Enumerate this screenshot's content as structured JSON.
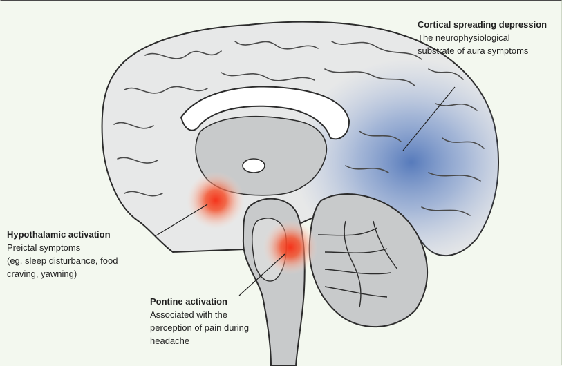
{
  "annotations": {
    "cortical": {
      "title": "Cortical spreading depression",
      "line1": "The neurophysiological",
      "line2": "substrate of aura symptoms"
    },
    "hypothalamic": {
      "title": "Hypothalamic activation",
      "line1": "Preictal symptoms",
      "line2": "(eg, sleep disturbance, food",
      "line3": "craving, yawning)"
    },
    "pontine": {
      "title": "Pontine activation",
      "line1": "Associated with the",
      "line2": "perception of pain during",
      "line3": "headache"
    }
  },
  "colors": {
    "background": "#f3f8ef",
    "cortex_fill": "#e7e8e8",
    "deep_structure_fill": "#c8cacb",
    "outline": "#2c2c2c",
    "csd_blue": "#4a6fb6",
    "activation_red": "#f03a1e"
  }
}
